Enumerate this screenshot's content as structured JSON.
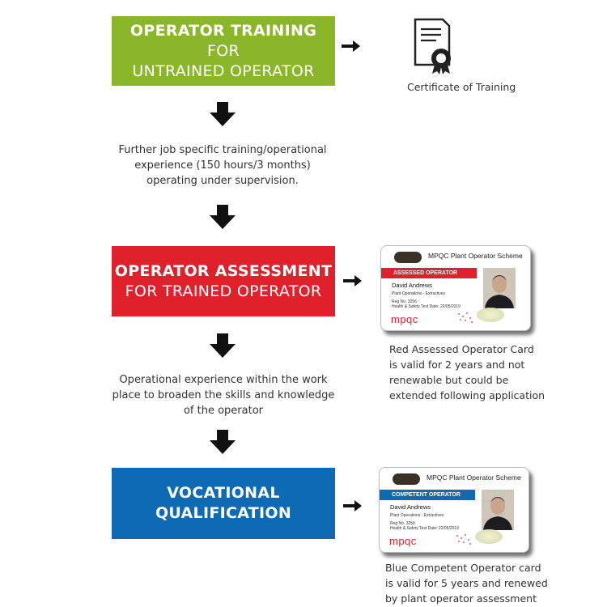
{
  "steps": {
    "training": {
      "bold": "OPERATOR TRAINING",
      "rest": " FOR",
      "line2": "UNTRAINED OPERATOR",
      "color": "#8ab629"
    },
    "assessment": {
      "line1": "OPERATOR ASSESSMENT",
      "line2": "FOR TRAINED OPERATOR",
      "color": "#e0202a"
    },
    "vocational": {
      "line1": "VOCATIONAL",
      "line2": "QUALIFICATION",
      "color": "#0f6ab4"
    }
  },
  "notes": {
    "further_training": [
      "Further job specific training/operational",
      "experience (150 hours/3 months)",
      "operating under supervision."
    ],
    "operational_experience": [
      "Operational experience within the work",
      "place to broaden the skills and knowledge",
      "of the operator"
    ]
  },
  "outcomes": {
    "certificate": {
      "caption": "Certificate of Training",
      "icon": "certificate-icon"
    },
    "red_card": {
      "scheme": "MPQC Plant Operator Scheme",
      "band": "ASSESSED OPERATOR",
      "name": "David Andrews",
      "ops": "Plant Operations - Extractives",
      "reg": "Reg No. 3256",
      "hs": "Health & Safety Test Date: 22/05/2019",
      "logo": "mpqc",
      "caption": [
        "Red Assessed Operator Card",
        "is valid for 2 years and not",
        "renewable but could be",
        "extended following application"
      ]
    },
    "blue_card": {
      "scheme": "MPQC Plant Operator Scheme",
      "band": "COMPETENT OPERATOR",
      "name": "David Andrews",
      "ops": "Plant Operations - Extractives",
      "reg": "Reg No. 3256",
      "hs": "Health & Safety Test Date: 22/05/2019",
      "logo": "mpqc",
      "caption": [
        "Blue Competent Operator card",
        "is valid for 5 years and renewed",
        "by plant operator assessment"
      ]
    }
  }
}
